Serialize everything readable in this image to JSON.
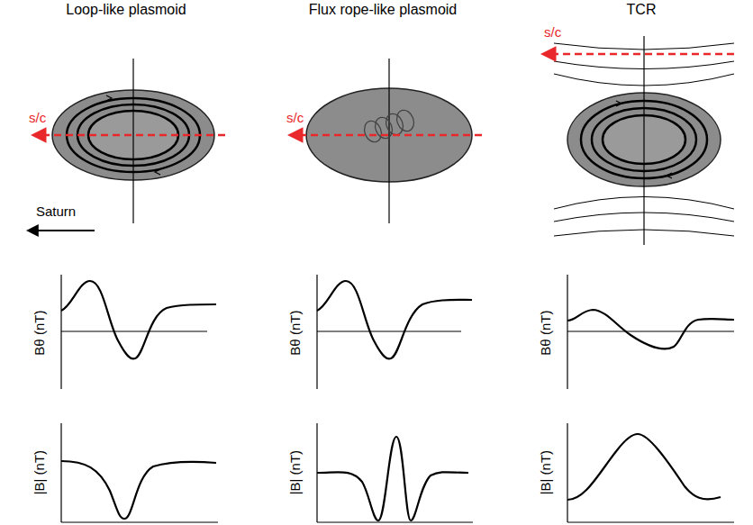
{
  "diagram": {
    "labels": [
      "Loop-like plasmoid",
      "Flux rope-like plasmoid",
      "TCR",
      "s/c",
      "s/c",
      "s/c",
      "Saturn",
      "Bθ (nT)",
      "|B| (nT)",
      "Bθ (nT)",
      "|B| (nT)",
      "Bθ (nT)",
      "|B| (nT)"
    ]
  }
}
